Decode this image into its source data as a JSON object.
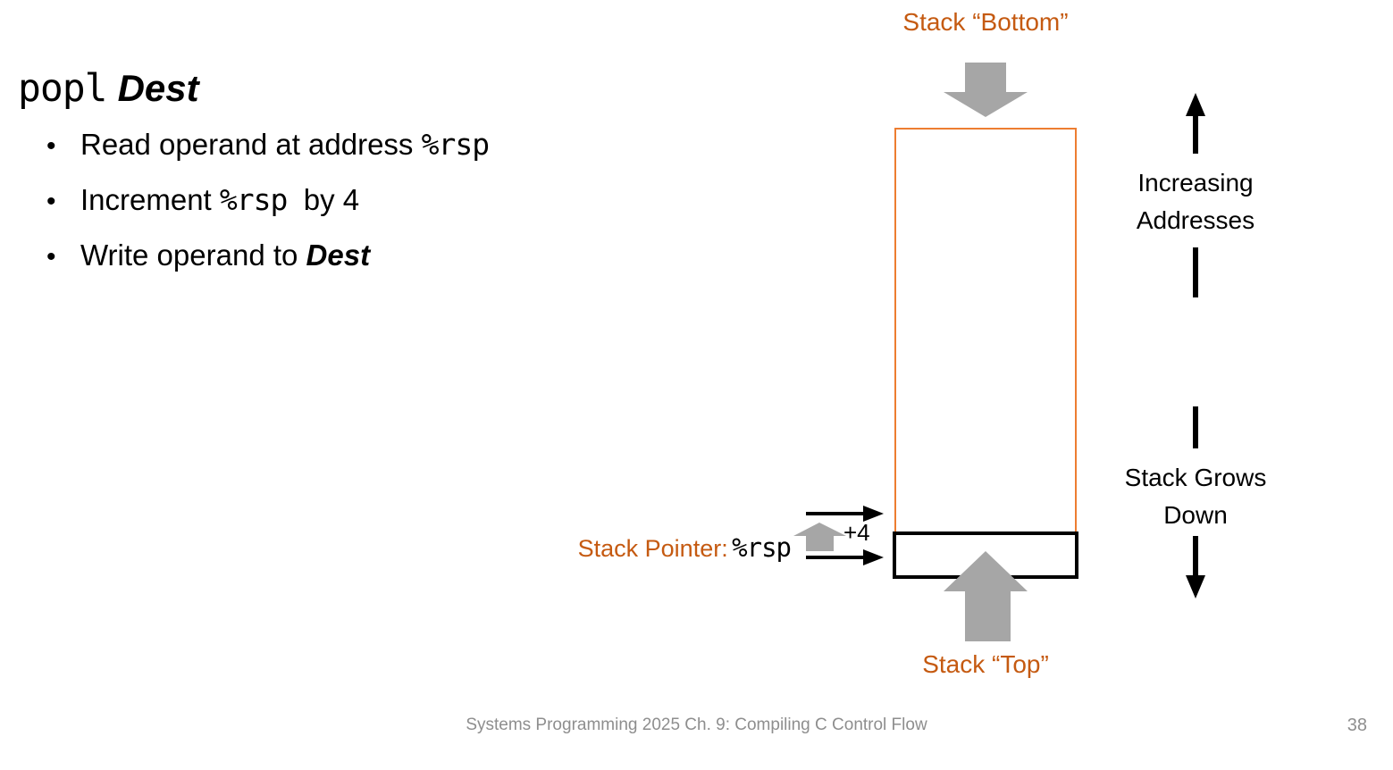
{
  "bullet_char": "•",
  "title": {
    "instruction": "popl",
    "operand": "Dest"
  },
  "bullets": [
    {
      "text": "Read operand at address ",
      "code": "%rsp",
      "tail": "",
      "emphasis": ""
    },
    {
      "text": "Increment ",
      "code": "%rsp",
      "tail": "  by 4",
      "emphasis": ""
    },
    {
      "text": "Write operand to ",
      "code": "",
      "tail": "",
      "emphasis": "Dest"
    }
  ],
  "diagram": {
    "stack_bottom_label": "Stack “Bottom”",
    "stack_top_label": "Stack “Top”",
    "stack_pointer_label": "Stack Pointer:",
    "stack_pointer_register": "%rsp",
    "offset_label": "+4",
    "increasing_addresses_line1": "Increasing",
    "increasing_addresses_line2": "Addresses",
    "stack_grows_line1": "Stack Grows",
    "stack_grows_line2": "Down"
  },
  "footer": {
    "text": "Systems Programming 2025 Ch. 9: Compiling C Control Flow",
    "page_number": "38"
  },
  "colors": {
    "orange_text": "#C55A11",
    "orange_border": "#ED7D31",
    "arrow_gray": "#A6A6A6",
    "footer_gray": "#8E8E8E"
  }
}
